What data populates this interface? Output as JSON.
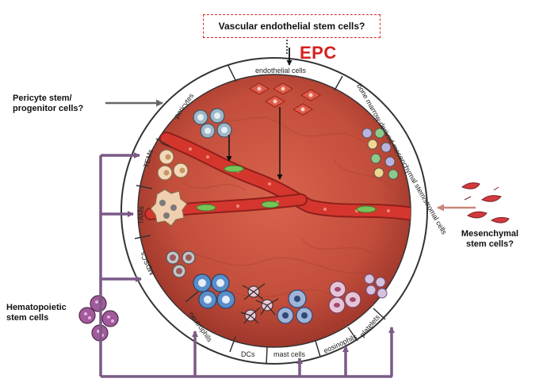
{
  "top_box_label": "Vascular endothelial stem cells?",
  "epc_label": "EPC",
  "pericyte_stem_label": [
    "Pericyte stem/",
    "progenitor cells?"
  ],
  "mesenchymal_label": [
    "Mesenchymal",
    "stem cells?"
  ],
  "hematopoietic_label": [
    "Hematopoietic",
    "stem cells"
  ],
  "ring_labels": {
    "endothelial": "endothelial cells",
    "pericytes": "pericytes",
    "bone_marrow": "bone marrow-derived mesenchymal stem/stromal cells",
    "tems": "TEMs",
    "tams": "TAMs",
    "mdscs": "MDSCs",
    "neutrophils": "neutrophils",
    "dcs": "DCs",
    "mast_cells": "mast cells",
    "eosinophils": "eosinophils",
    "platelets": "platelets"
  },
  "colors": {
    "tissue": "#c9513f",
    "tissue_dark": "#a63a2c",
    "vessel": "#d4362e",
    "ring": "#ffffff",
    "arrow_purple": "#7a5a86",
    "epc_red": "#d61f1f",
    "box_dash": "#d32a2a"
  }
}
